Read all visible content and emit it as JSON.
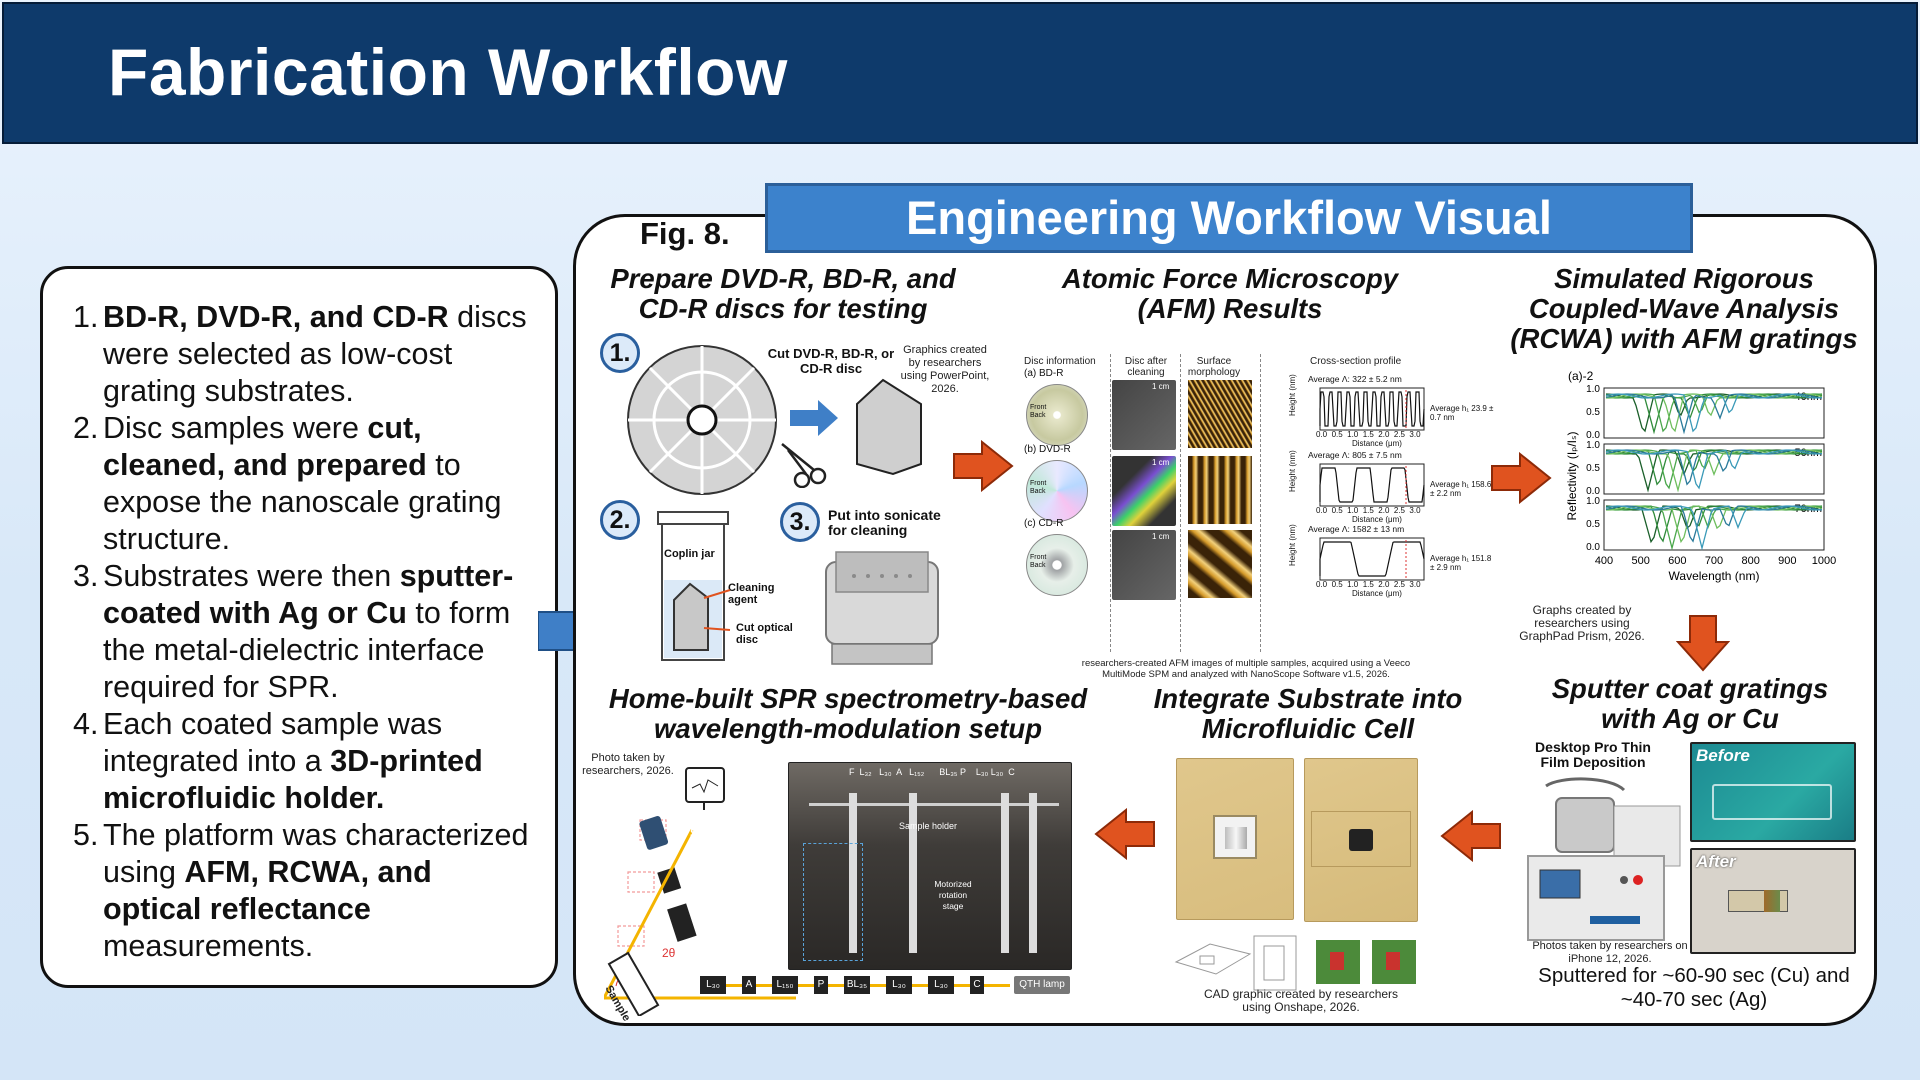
{
  "header": {
    "title": "Fabrication Workflow"
  },
  "steps": [
    {
      "n": "1.",
      "parts": [
        {
          "t": "BD-R, DVD-R, and CD-R",
          "b": true
        },
        {
          "t": " discs were selected as low-cost grating substrates.",
          "b": false
        }
      ]
    },
    {
      "n": "2.",
      "parts": [
        {
          "t": "Disc samples were ",
          "b": false
        },
        {
          "t": "cut, cleaned, and prepared",
          "b": true
        },
        {
          "t": " to expose the nanoscale grating structure.",
          "b": false
        }
      ]
    },
    {
      "n": "3.",
      "parts": [
        {
          "t": "Substrates were then ",
          "b": false
        },
        {
          "t": "sputter-coated with Ag or Cu",
          "b": true
        },
        {
          "t": " to form the metal-dielectric interface required for SPR.",
          "b": false
        }
      ]
    },
    {
      "n": "4.",
      "parts": [
        {
          "t": "Each coated sample was integrated into a ",
          "b": false
        },
        {
          "t": "3D-printed microfluidic holder.",
          "b": true
        }
      ]
    },
    {
      "n": "5.",
      "parts": [
        {
          "t": "The platform was characterized using ",
          "b": false
        },
        {
          "t": "AFM, RCWA, and optical reflectance",
          "b": true
        },
        {
          "t": " measurements.",
          "b": false
        }
      ]
    }
  ],
  "visual": {
    "fig_label": "Fig. 8.",
    "title": "Engineering Workflow Visual",
    "prepare": {
      "title": "Prepare DVD-R, BD-R, and CD-R discs for testing",
      "step1": "1.",
      "step2": "2.",
      "step3": "3.",
      "cut_label": "Cut DVD-R, BD-R, or CD-R disc",
      "credit": "Graphics created by researchers using PowerPoint, 2026.",
      "coplin_jar": "Coplin jar",
      "cleaning_agent": "Cleaning agent",
      "cut_optical_disc": "Cut optical disc",
      "sonicate": "Put into sonicate for cleaning"
    },
    "afm": {
      "title": "Atomic Force Microscopy (AFM) Results",
      "col_headers": [
        "Disc information",
        "Disc after cleaning",
        "Surface morphology",
        "Cross-section profile"
      ],
      "rows": [
        {
          "label": "(a) BD-R",
          "avg_period": "Average Λ: 322 ± 5.2 nm",
          "avg_height": "Average h₁ 23.9 ± 0.7 nm"
        },
        {
          "label": "(b) DVD-R",
          "avg_period": "Average Λ: 805 ± 7.5 nm",
          "avg_height": "Average h₁ 158.6 ± 2.2 nm"
        },
        {
          "label": "(c) CD-R",
          "avg_period": "Average Λ: 1582 ± 13 nm",
          "avg_height": "Average h₁ 151.8 ± 2.9 nm"
        }
      ],
      "scale": "1 cm",
      "front": "Front",
      "back": "Back",
      "distance": "Distance (μm)",
      "height": "Height (nm)",
      "x_ticks": "0.0  0.5  1.0  1.5  2.0  2.5  3.0",
      "credit": "researchers-created AFM images of multiple samples, acquired using a Veeco MultiMode SPM and analyzed with NanoScope Software v1.5, 2026."
    },
    "rcwa": {
      "title": "Simulated Rigorous Coupled-Wave Analysis (RCWA) with AFM gratings",
      "panel_tag": "(a)-2",
      "ylabel": "Reflectivity (Iₚ/Iₛ)",
      "xlabel": "Wavelength (nm)",
      "x_ticks": [
        "400",
        "500",
        "600",
        "700",
        "800",
        "900",
        "1000"
      ],
      "y_ticks": [
        "1.0",
        "0.5",
        "0.0"
      ],
      "subpanels": [
        "40nm",
        "50nm",
        "70nm"
      ],
      "credit": "Graphs created by researchers using GraphPad Prism, 2026."
    },
    "sputter": {
      "title": "Sputter coat gratings with Ag or Cu",
      "device": "Desktop Pro Thin Film Deposition",
      "before": "Before",
      "after": "After",
      "photo_credit": "Photos taken by researchers on iPhone 12, 2026.",
      "timing": "Sputtered for ~60-90 sec (Cu) and ~40-70 sec (Ag)"
    },
    "micro": {
      "title": "Integrate Substrate into Microfluidic Cell",
      "credit": "CAD graphic created by researchers using Onshape, 2026."
    },
    "spr": {
      "title": "Home-built SPR spectrometry-based wavelength-modulation setup",
      "photo_credit": "Photo taken by researchers, 2026.",
      "sample_holder": "Sample holder",
      "motorized": "Motorized rotation stage",
      "sample": "Sample",
      "s_label": "S",
      "components": [
        "L₃₀",
        "A",
        "L₁₅₀",
        "P",
        "BL₃₅",
        "L₃₀",
        "L₃₀",
        "C"
      ],
      "lamp": "QTH lamp",
      "top_labels": "F  L₃₂   L₃₀  A   L₁₅₂      BL₃₅ P    L₃₀ L₃₀  C",
      "angle": "2θ"
    }
  },
  "colors": {
    "banner": "#0e3a6b",
    "accent_blue": "#3c82cc",
    "orange": "#e0531f",
    "arrow_blue": "#3f7fc7"
  }
}
